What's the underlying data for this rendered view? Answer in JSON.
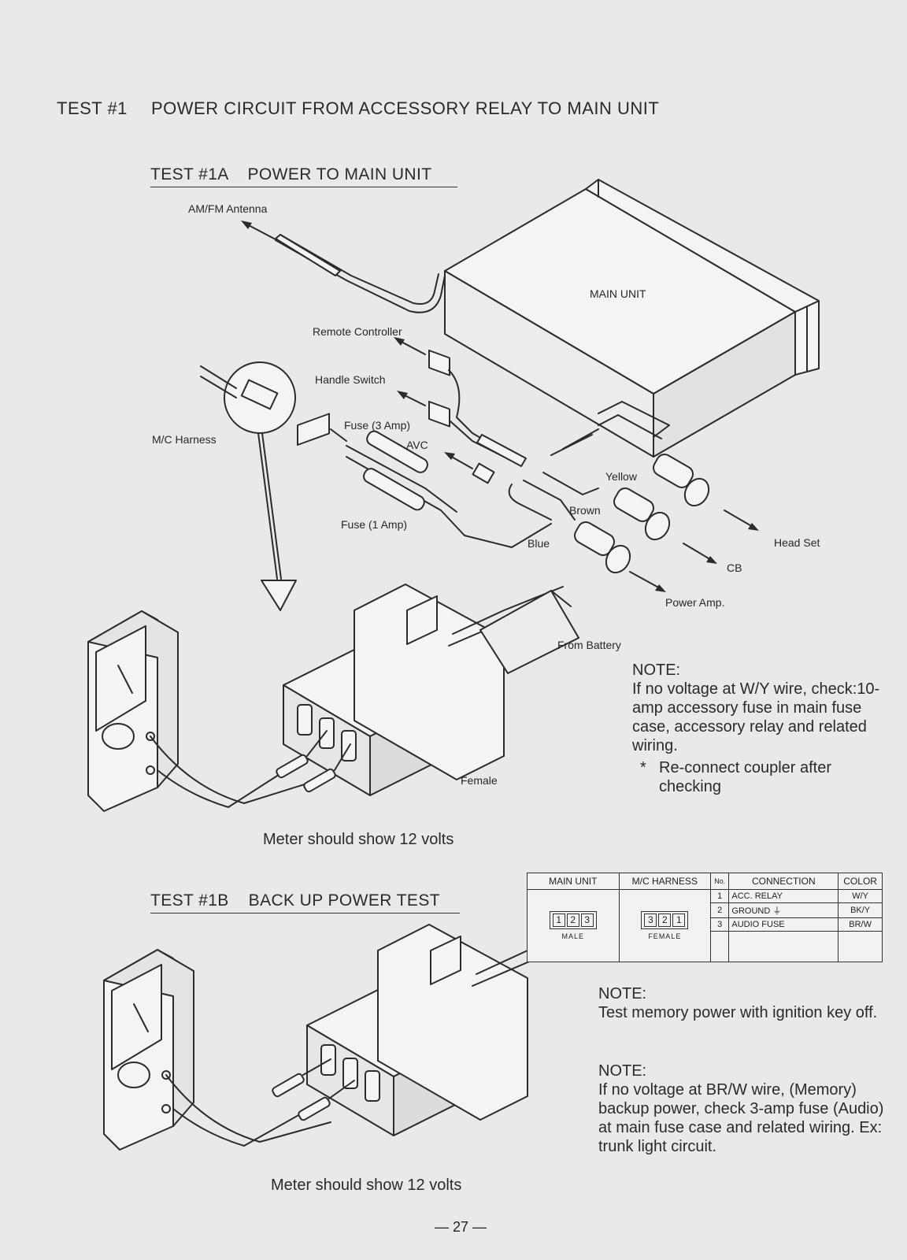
{
  "header": {
    "test_num": "TEST #1",
    "title": "POWER CIRCUIT FROM ACCESSORY RELAY TO MAIN UNIT"
  },
  "test1a": {
    "heading_num": "TEST #1A",
    "heading_title": "POWER TO MAIN UNIT",
    "labels": {
      "antenna": "AM/FM Antenna",
      "main_unit": "MAIN UNIT",
      "remote": "Remote Controller",
      "handle": "Handle Switch",
      "harness": "M/C Harness",
      "fuse3": "Fuse (3 Amp)",
      "avc": "AVC",
      "yellow": "Yellow",
      "brown": "Brown",
      "blue": "Blue",
      "fuse1": "Fuse (1 Amp)",
      "headset": "Head Set",
      "cb": "CB",
      "power_amp": "Power Amp.",
      "battery": "From Battery",
      "female": "Female"
    },
    "caption": "Meter should show 12 volts",
    "note_heading": "NOTE:",
    "note_body": "If no voltage at W/Y wire, check:10-amp accessory fuse in main fuse case, accessory relay and related wiring.",
    "note_star": "*",
    "note_star_text": "Re-connect coupler after checking"
  },
  "test1b": {
    "heading_num": "TEST #1B",
    "heading_title": "BACK UP POWER TEST",
    "caption": "Meter should show 12 volts",
    "note1_heading": "NOTE:",
    "note1_body": "Test memory power with ignition key off.",
    "note2_heading": "NOTE:",
    "note2_body": "If no voltage at BR/W wire, (Memory) backup power, check 3-amp fuse (Audio) at main fuse case and related wiring. Ex: trunk light circuit."
  },
  "table": {
    "headers": [
      "MAIN UNIT",
      "M/C HARNESS",
      "No.",
      "CONNECTION",
      "COLOR"
    ],
    "male_pins": [
      "1",
      "2",
      "3"
    ],
    "female_pins": [
      "3",
      "2",
      "1"
    ],
    "male_label": "MALE",
    "female_label": "FEMALE",
    "rows": [
      {
        "no": "1",
        "connection": "ACC. RELAY",
        "color": "W/Y"
      },
      {
        "no": "2",
        "connection": "GROUND ⏚",
        "color": "BK/Y"
      },
      {
        "no": "3",
        "connection": "AUDIO FUSE",
        "color": "BR/W"
      }
    ]
  },
  "footer": {
    "page": "— 27 —"
  }
}
